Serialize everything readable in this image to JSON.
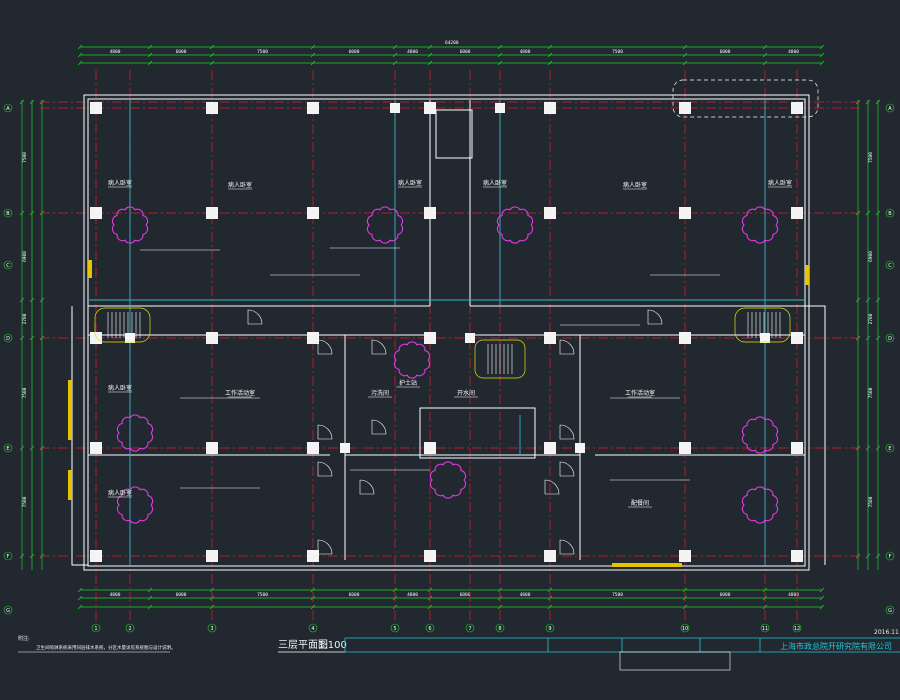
{
  "drawing": {
    "title": "三层平面图",
    "scale": "1:100",
    "date": "2016.11",
    "company": "上海市政总院开研究院有限公司",
    "note_label": "附注:",
    "note_text": "卫生间喷淋系统采用同层排水系统，分区水量详见系统图与设计说明。"
  },
  "grid_axes": {
    "horizontal": [
      "1",
      "2",
      "3",
      "4",
      "5",
      "6",
      "7",
      "8",
      "9",
      "10",
      "11",
      "12"
    ],
    "vertical": [
      "A",
      "B",
      "C",
      "D",
      "E",
      "F",
      "G"
    ]
  },
  "dimensions": {
    "overall": "64200",
    "top_spans": [
      "4800",
      "6000",
      "7500",
      "6000",
      "4800",
      "6000",
      "4800",
      "7500",
      "6000",
      "4800"
    ],
    "left_spans": [
      "7500",
      "6900",
      "2700",
      "7500",
      "7500"
    ]
  },
  "rooms": [
    {
      "label": "病人卧室"
    },
    {
      "label": "病人卧室"
    },
    {
      "label": "病人卧室"
    },
    {
      "label": "病人卧室"
    },
    {
      "label": "病人卧室"
    },
    {
      "label": "病人卧室"
    },
    {
      "label": "工作活动室"
    },
    {
      "label": "护士站"
    },
    {
      "label": "工作活动室"
    },
    {
      "label": "病人卧室"
    },
    {
      "label": "病人卧室"
    },
    {
      "label": "污洗间"
    },
    {
      "label": "开水间"
    },
    {
      "label": "配餐间"
    }
  ],
  "colors": {
    "background": "#212830",
    "axis": "#e8192c",
    "wall": "#ffffff",
    "column": "#ffffff",
    "dimension": "#1fd12a",
    "sprinkler_cloud": "#e03ae0",
    "pipe": "#2fb7c9",
    "annotation": "#ffffff",
    "title_bar": "#22c7d6"
  }
}
